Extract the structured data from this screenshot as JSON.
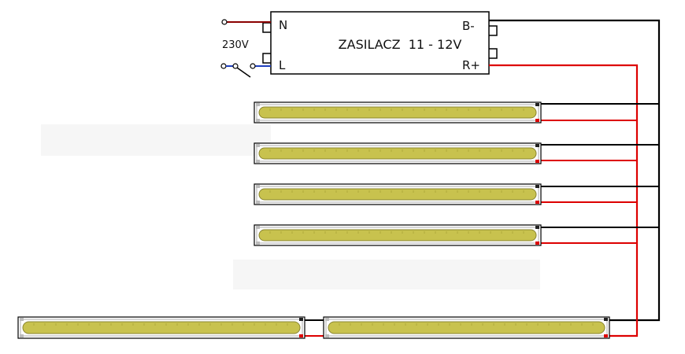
{
  "power_supply": {
    "title": "ZASILACZ  11 - 12V",
    "terminal_n": "N",
    "terminal_l": "L",
    "terminal_neg": "B-",
    "terminal_pos": "R+"
  },
  "mains": {
    "voltage_label": "230V"
  },
  "colors": {
    "negative_wire": "#000000",
    "positive_wire": "#dd0000",
    "live_wire": "#8b0000",
    "neutral_wire": "#1f3fbf",
    "led_fill": "#c8c24e",
    "led_tick": "#b0aa3c"
  },
  "led_strips": {
    "count": 6
  },
  "icons": [
    "switch-icon",
    "terminal-tab-icon",
    "wire-end-icon"
  ]
}
